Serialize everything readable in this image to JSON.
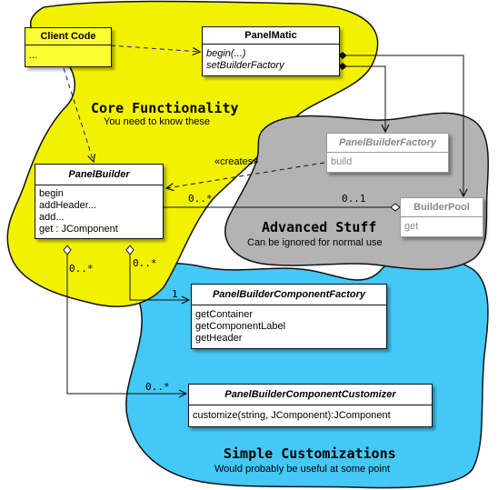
{
  "regions": {
    "core": {
      "title": "Core Functionality",
      "subtitle": "You need to know these",
      "color": "#f2f200"
    },
    "advanced": {
      "title": "Advanced Stuff",
      "subtitle": "Can be ignored for normal use",
      "color": "#b3b3b3"
    },
    "simple": {
      "title": "Simple Customizations",
      "subtitle": "Would probably be useful at some point",
      "color": "#44c8f5"
    }
  },
  "classes": {
    "client_code": {
      "name": "Client Code",
      "members": [
        "..."
      ]
    },
    "panel_matic": {
      "name": "PanelMatic",
      "members": [
        "begin(...)",
        "setBuilderFactory"
      ]
    },
    "panel_builder": {
      "name": "PanelBuilder",
      "members": [
        "begin",
        "addHeader...",
        "add...",
        "get : JComponent"
      ]
    },
    "panel_builder_factory": {
      "name": "PanelBuilderFactory",
      "members": [
        "build"
      ]
    },
    "builder_pool": {
      "name": "BuilderPool",
      "members": [
        "get"
      ]
    },
    "component_factory": {
      "name": "PanelBuilderComponentFactory",
      "members": [
        "getContainer",
        "getComponentLabel",
        "getHeader"
      ]
    },
    "component_customizer": {
      "name": "PanelBuilderComponentCustomizer",
      "members": [
        "customize(string, JComponent):JComponent"
      ]
    }
  },
  "relations": {
    "creates": "«creates»",
    "pool_many": "0..*",
    "pool_one": "0..1",
    "factory_many": "0..*",
    "factory_one": "1",
    "customizer_many": "0..*",
    "customizer_at_class": "0..*"
  }
}
